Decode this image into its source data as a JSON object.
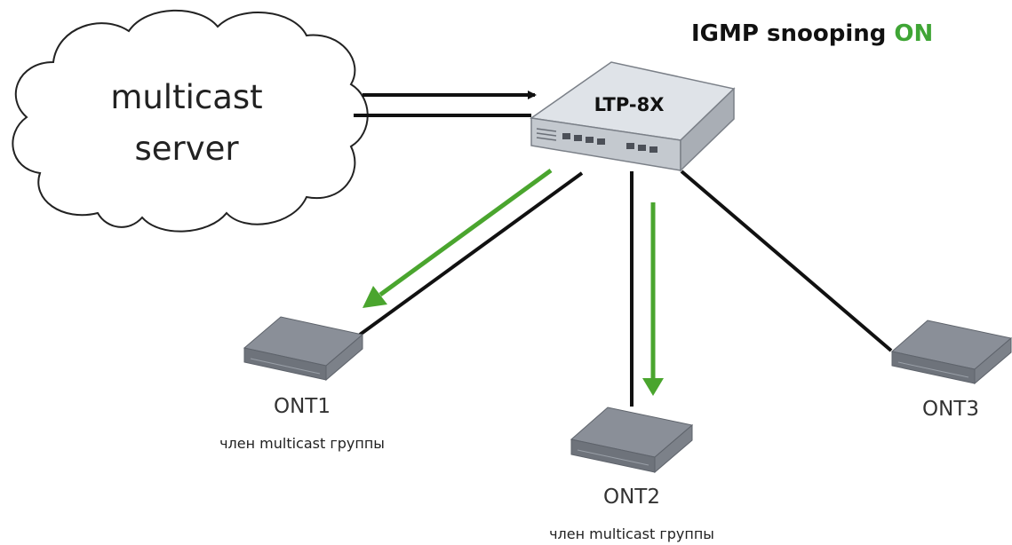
{
  "title": {
    "prefix": "IGMP snooping ",
    "state": "ON",
    "state_color": "#3fa535"
  },
  "cloud": {
    "line1": "multicast",
    "line2": "server"
  },
  "switch": {
    "label": "LTP-8X"
  },
  "onts": [
    {
      "name": "ONT1",
      "member_label": "член multicast группы",
      "is_member": true
    },
    {
      "name": "ONT2",
      "member_label": "член multicast группы",
      "is_member": true
    },
    {
      "name": "ONT3",
      "member_label": "",
      "is_member": false
    }
  ],
  "colors": {
    "link": "#111111",
    "multicast_flow": "#4aa52e",
    "device_top": "#8a8f98",
    "device_front": "#6e737b",
    "switch_top": "#dfe3e8",
    "switch_front": "#c4c9cf"
  }
}
